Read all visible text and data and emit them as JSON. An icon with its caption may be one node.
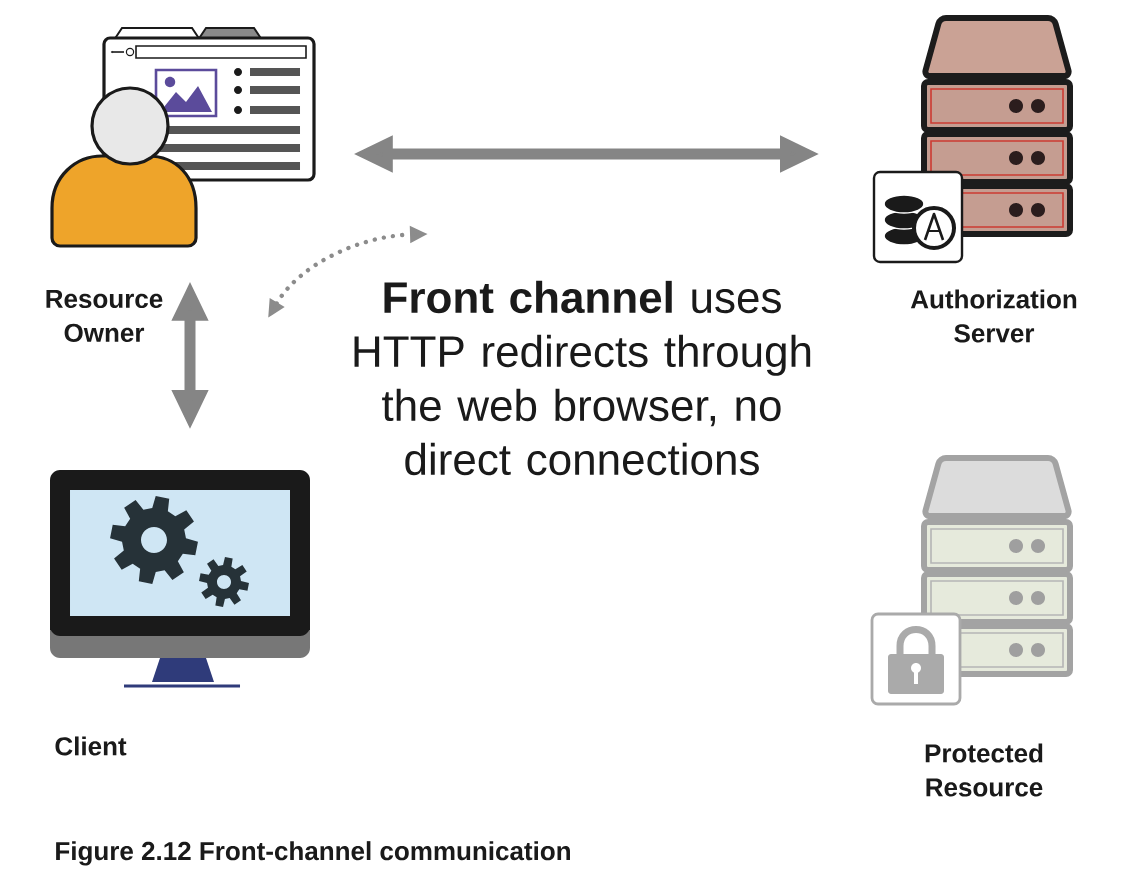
{
  "diagram": {
    "caption": "Figure 2.12 Front-channel communication",
    "nodes": [
      {
        "text": [
          "Resource Owner"
        ]
      },
      {
        "text": [
          "Authorization Server"
        ]
      },
      {
        "text": [
          "Client"
        ]
      },
      {
        "text": [
          "Protected Resource"
        ]
      }
    ],
    "edges": [
      {
        "from": 0,
        "to": 1,
        "arrow": "both"
      },
      {
        "from": 0,
        "to": 2,
        "arrow": "both"
      }
    ],
    "labels": [
      "**Front channel** uses HTTP redirects through the web browser, no direct connections"
    ]
  }
}
